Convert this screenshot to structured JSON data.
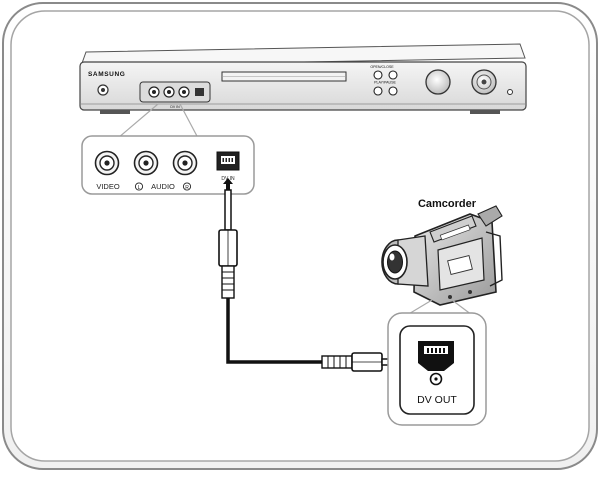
{
  "player": {
    "brand": "SAMSUNG",
    "front_caption": "DV IN",
    "right_caption_top": "OPEN/CLOSE",
    "right_caption_bottom": "PLAY/PAUSE"
  },
  "jacks": {
    "video": "VIDEO",
    "left": "L",
    "audio": "AUDIO",
    "right": "R",
    "dv_in": "DV IN"
  },
  "camcorder": {
    "label": "Camcorder",
    "dv_out": "DV OUT"
  },
  "colors": {
    "frame_stroke": "#8a8a8a",
    "panel_bg": "#ffffff",
    "device_body": "#e9e9e9",
    "cable": "#111111"
  }
}
